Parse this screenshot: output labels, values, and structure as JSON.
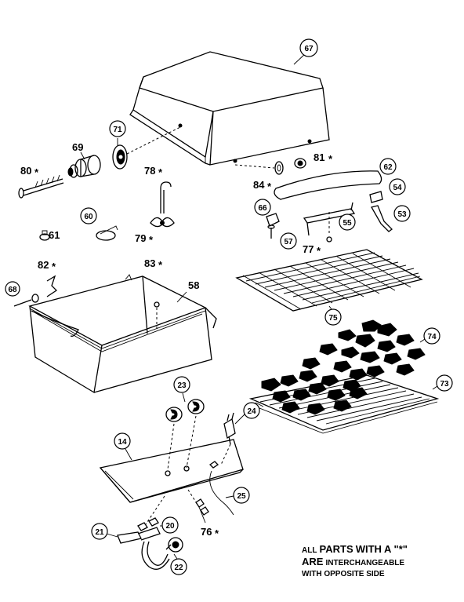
{
  "diagram": {
    "callouts": {
      "c67": "67",
      "c71": "71",
      "c69": "69",
      "c80": "80",
      "c80s": "*",
      "c78": "78",
      "c78s": "*",
      "c60": "60",
      "c61": "61",
      "c79": "79",
      "c79s": "*",
      "c81": "81",
      "c81s": "*",
      "c84": "84",
      "c84s": "*",
      "c62": "62",
      "c54": "54",
      "c66": "66",
      "c55": "55",
      "c53": "53",
      "c57": "57",
      "c77": "77",
      "c77s": "*",
      "c82": "82",
      "c82s": "*",
      "c83": "83",
      "c83s": "*",
      "c58": "58",
      "c68": "68",
      "c75": "75",
      "c74": "74",
      "c73": "73",
      "c23": "23",
      "c24": "24",
      "c14": "14",
      "c25": "25",
      "c21": "21",
      "c20": "20",
      "c76": "76",
      "c76s": "*",
      "c22": "22"
    },
    "note": {
      "line1_all": "ALL",
      "line1_parts": "PARTS",
      "line1_with": "WITH A \"",
      "line1_star": "*",
      "line1_end": "\"",
      "line2_are": "ARE",
      "line2_rest": "INTERCHANGEABLE",
      "line3": "WITH OPPOSITE SIDE"
    }
  }
}
